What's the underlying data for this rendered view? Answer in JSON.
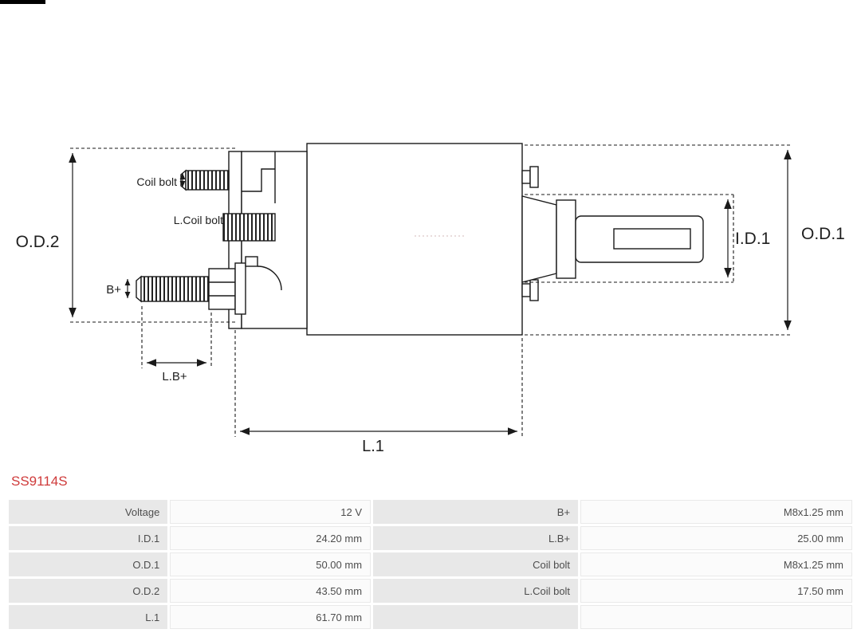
{
  "part_number": "SS9114S",
  "diagram": {
    "labels": {
      "coil_bolt": "Coil bolt",
      "l_coil_bolt": "L.Coil bolt",
      "b_plus": "B+",
      "od2": "O.D.2",
      "od1": "O.D.1",
      "id1": "I.D.1",
      "lb_plus": "L.B+",
      "l1": "L.1"
    }
  },
  "table": {
    "rows": [
      {
        "label1": "Voltage",
        "value1": "12 V",
        "label2": "B+",
        "value2": "M8x1.25 mm"
      },
      {
        "label1": "I.D.1",
        "value1": "24.20 mm",
        "label2": "L.B+",
        "value2": "25.00 mm"
      },
      {
        "label1": "O.D.1",
        "value1": "50.00 mm",
        "label2": "Coil bolt",
        "value2": "M8x1.25 mm"
      },
      {
        "label1": "O.D.2",
        "value1": "43.50 mm",
        "label2": "L.Coil bolt",
        "value2": "17.50 mm"
      },
      {
        "label1": "L.1",
        "value1": "61.70 mm",
        "label2": "",
        "value2": ""
      }
    ]
  },
  "colors": {
    "part_number": "#cf3b3b",
    "table_label_bg": "#e8e8e8",
    "table_value_bg": "#fbfbfb",
    "drawing_stroke": "#1a1a1a"
  }
}
